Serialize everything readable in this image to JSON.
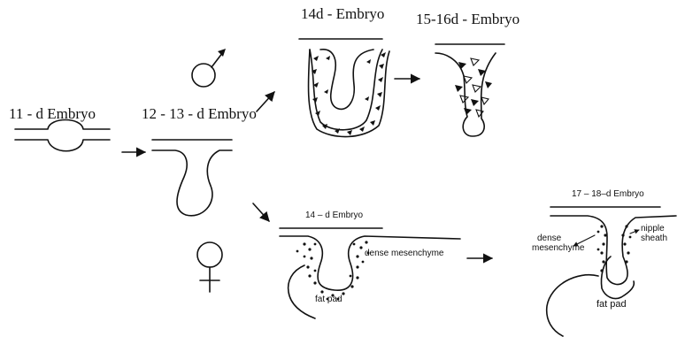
{
  "stages": {
    "e11": {
      "label": "11 - d Embryo"
    },
    "e12_13": {
      "label": "12 - 13 - d Embryo"
    },
    "male_e14": {
      "label": "14d - Embryo"
    },
    "male_e15_16": {
      "label": "15-16d - Embryo"
    },
    "female_e14": {
      "label": "14 – d Embryo"
    },
    "female_e17_18": {
      "label": "17 – 18–d Embryo"
    }
  },
  "annotations": {
    "dense_mesenchyme_inline": "dense mesenchyme",
    "fat_pad_e14": "fat pad",
    "dense_mesenchyme_line1": "dense",
    "dense_mesenchyme_line2": "mesenchyme",
    "nipple_sheath_line1": "nipple",
    "nipple_sheath_line2": "sheath",
    "fat_pad_e17": "fat pad"
  },
  "symbols": {
    "male": "male-symbol",
    "female": "female-symbol"
  }
}
